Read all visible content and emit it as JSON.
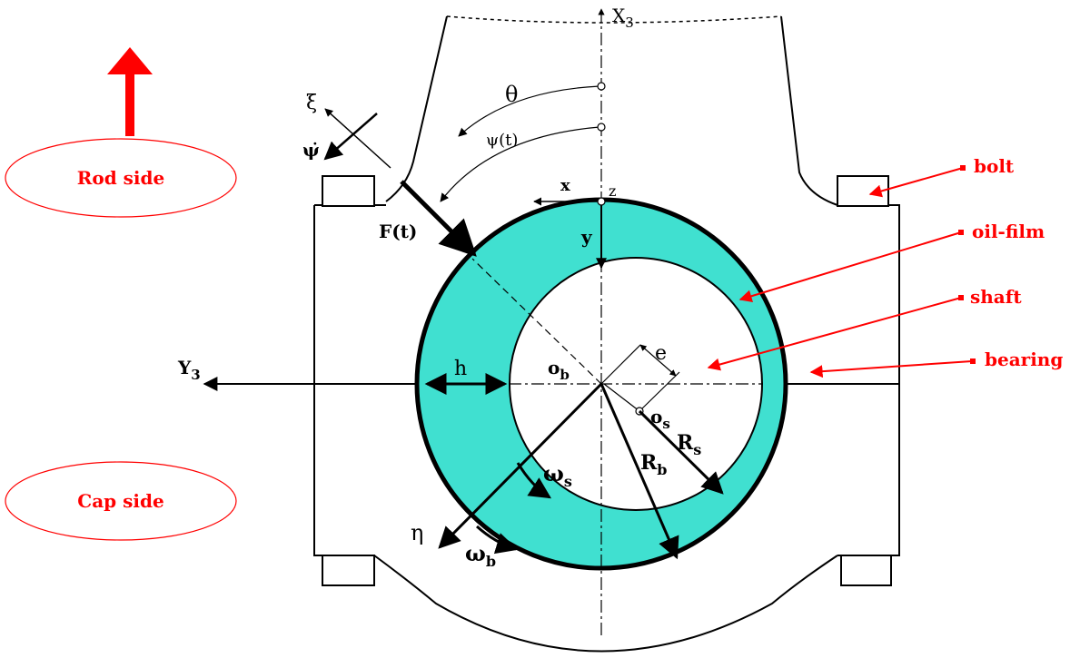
{
  "labels": {
    "rod_side": "Rod side",
    "cap_side": "Cap side",
    "bolt": "bolt",
    "oil_film": "oil-film",
    "shaft": "shaft",
    "bearing": "bearing",
    "x3": "X",
    "x3_sub": "3",
    "y3": "Y",
    "y3_sub": "3",
    "theta": "θ",
    "psi_t": "ψ(t)",
    "xi": "ξ",
    "psi_dot": "ψ̇",
    "force": "F(t)",
    "x": "x",
    "z": "z",
    "y": "y",
    "h": "h",
    "e": "e",
    "ob": "o",
    "ob_sub": "b",
    "os": "o",
    "os_sub": "s",
    "rs": "R",
    "rs_sub": "s",
    "rb": "R",
    "rb_sub": "b",
    "omega_s": "ω",
    "omega_s_sub": "s",
    "omega_b": "ω",
    "omega_b_sub": "b",
    "eta": "η"
  },
  "colors": {
    "oil_film": "#40e0d0",
    "annotation": "#ff0000",
    "line": "#000000"
  }
}
